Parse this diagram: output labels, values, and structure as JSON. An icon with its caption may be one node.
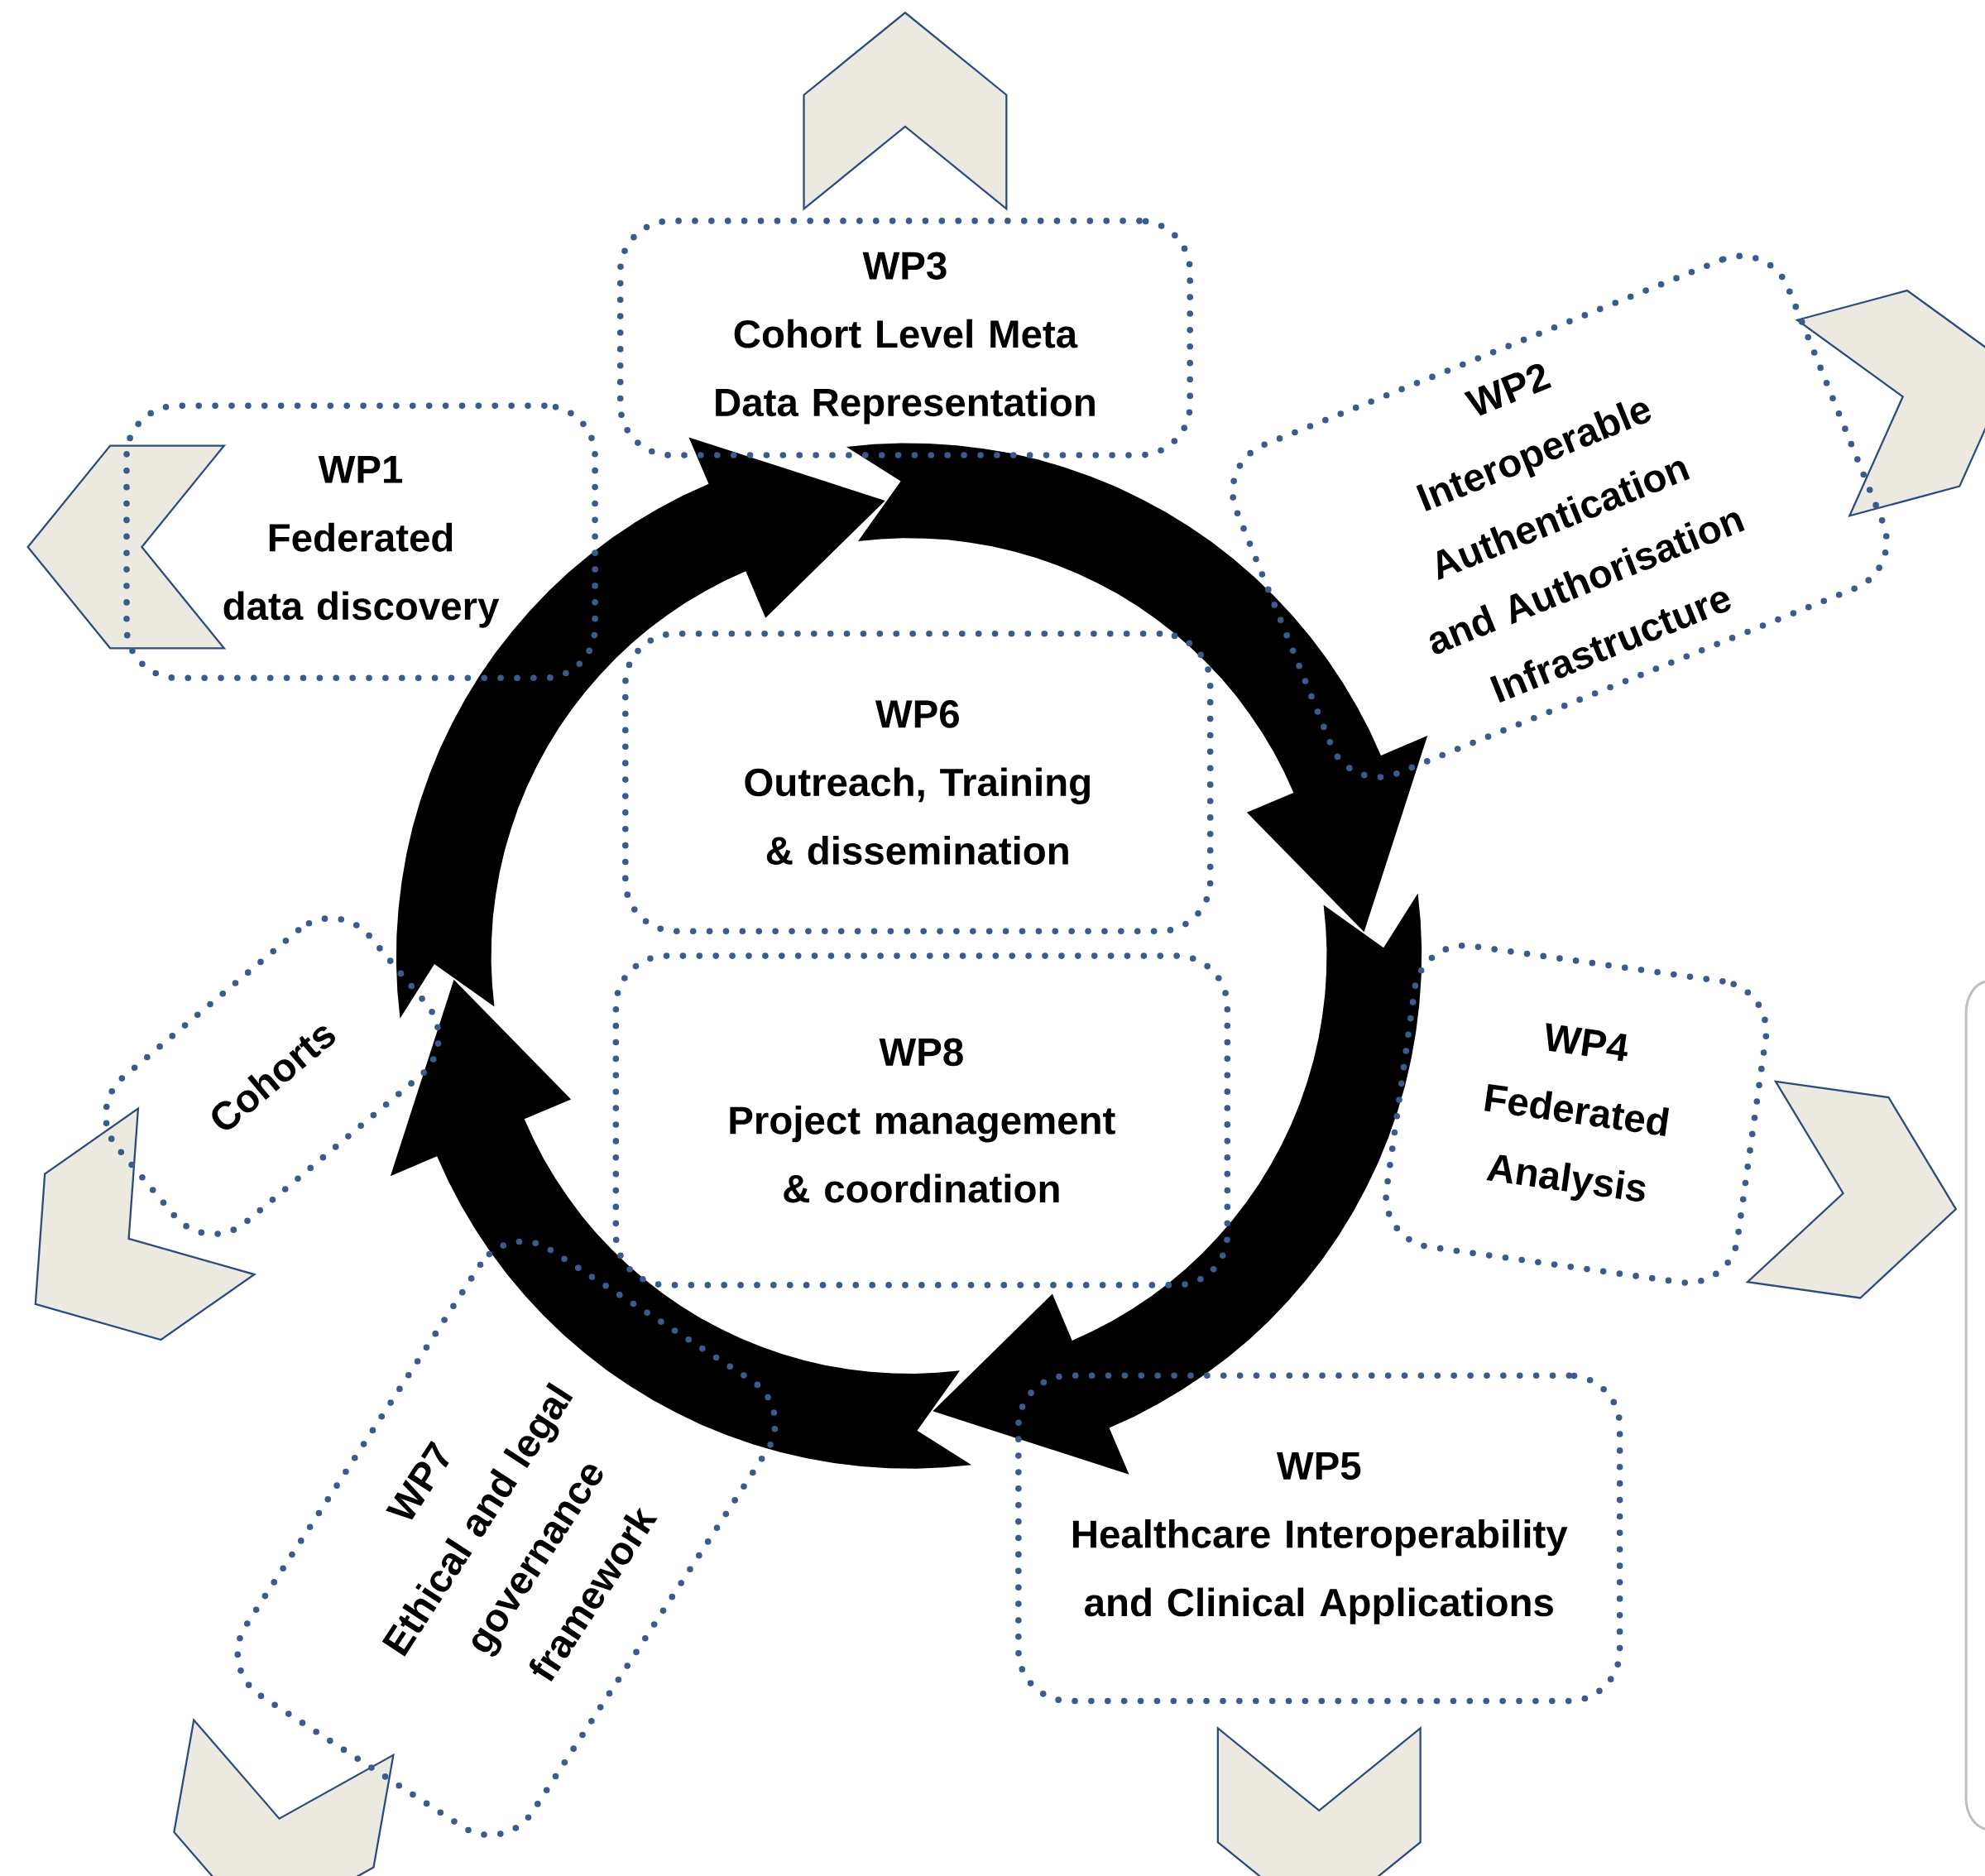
{
  "diagram": {
    "nodes": [
      {
        "text": [
          "WP3",
          "Cohort Level Meta Data Representation"
        ]
      },
      {
        "text": [
          "WP2",
          "Interoperable Authentication and Authorisation Infrastructure"
        ]
      },
      {
        "text": [
          "WP1",
          "Federated data discovery"
        ]
      },
      {
        "text": [
          "WP6",
          "Outreach, Training & dissemination"
        ]
      },
      {
        "text": [
          "Cohorts"
        ]
      },
      {
        "text": [
          "WP8",
          "Project management & coordination"
        ]
      },
      {
        "text": [
          "WP4",
          "Federated Analysis"
        ]
      },
      {
        "text": [
          "WP7",
          "Ethical and legal governance framework"
        ]
      },
      {
        "text": [
          "WP5",
          "Healthcare Interoperability and Clinical Applications"
        ]
      }
    ]
  }
}
